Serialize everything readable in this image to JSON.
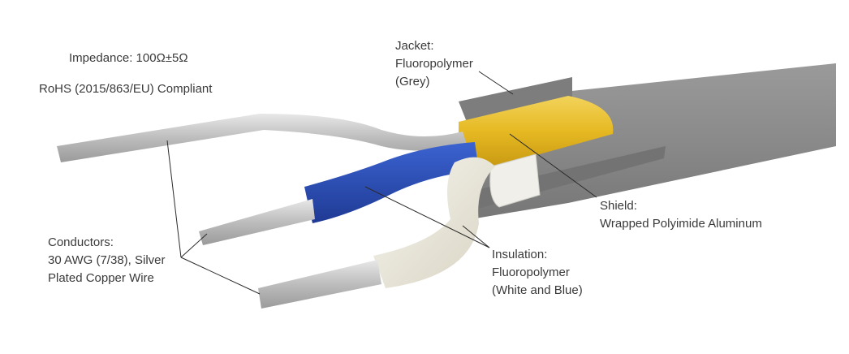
{
  "header": {
    "impedance": "Impedance: 100Ω±5Ω",
    "rohs": "RoHS (2015/863/EU) Compliant"
  },
  "callouts": {
    "jacket": {
      "title": "Jacket:",
      "lines": [
        "Fluoropolymer",
        "(Grey)"
      ]
    },
    "shield": {
      "title": "Shield:",
      "lines": [
        "Wrapped Polyimide Aluminum"
      ]
    },
    "insulation": {
      "title": "Insulation:",
      "lines": [
        "Fluoropolymer",
        "(White and Blue)"
      ]
    },
    "conductors": {
      "title": "Conductors:",
      "lines": [
        "30 AWG (7/38), Silver",
        "Plated Copper Wire"
      ]
    }
  },
  "colors": {
    "jacket": "#8e8e8e",
    "jacket_dark": "#6f6f6f",
    "shield": "#e8bf2a",
    "insulation_blue": "#2c4fb8",
    "insulation_white": "#e9e6da",
    "conductor": "#c9c9c9",
    "leader": "#2a2a2a"
  }
}
